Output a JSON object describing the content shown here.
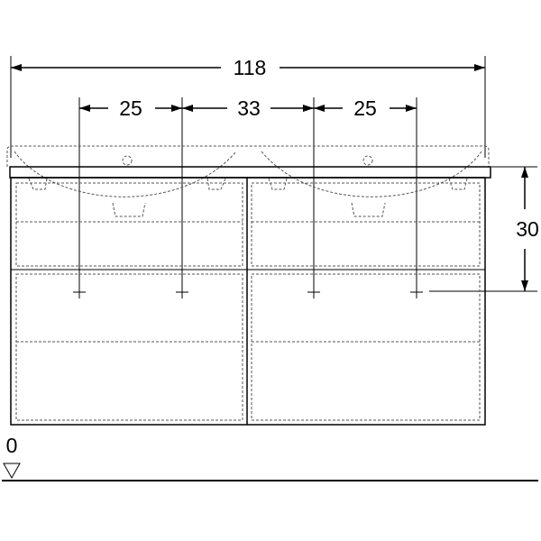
{
  "dimensions": {
    "overall_width": "118",
    "left_basin_offset": "25",
    "center_spacing": "33",
    "right_basin_offset": "25",
    "height": "30",
    "floor_level": "0"
  },
  "colors": {
    "line": "#000000",
    "hidden_line": "#555555",
    "background": "#ffffff"
  }
}
